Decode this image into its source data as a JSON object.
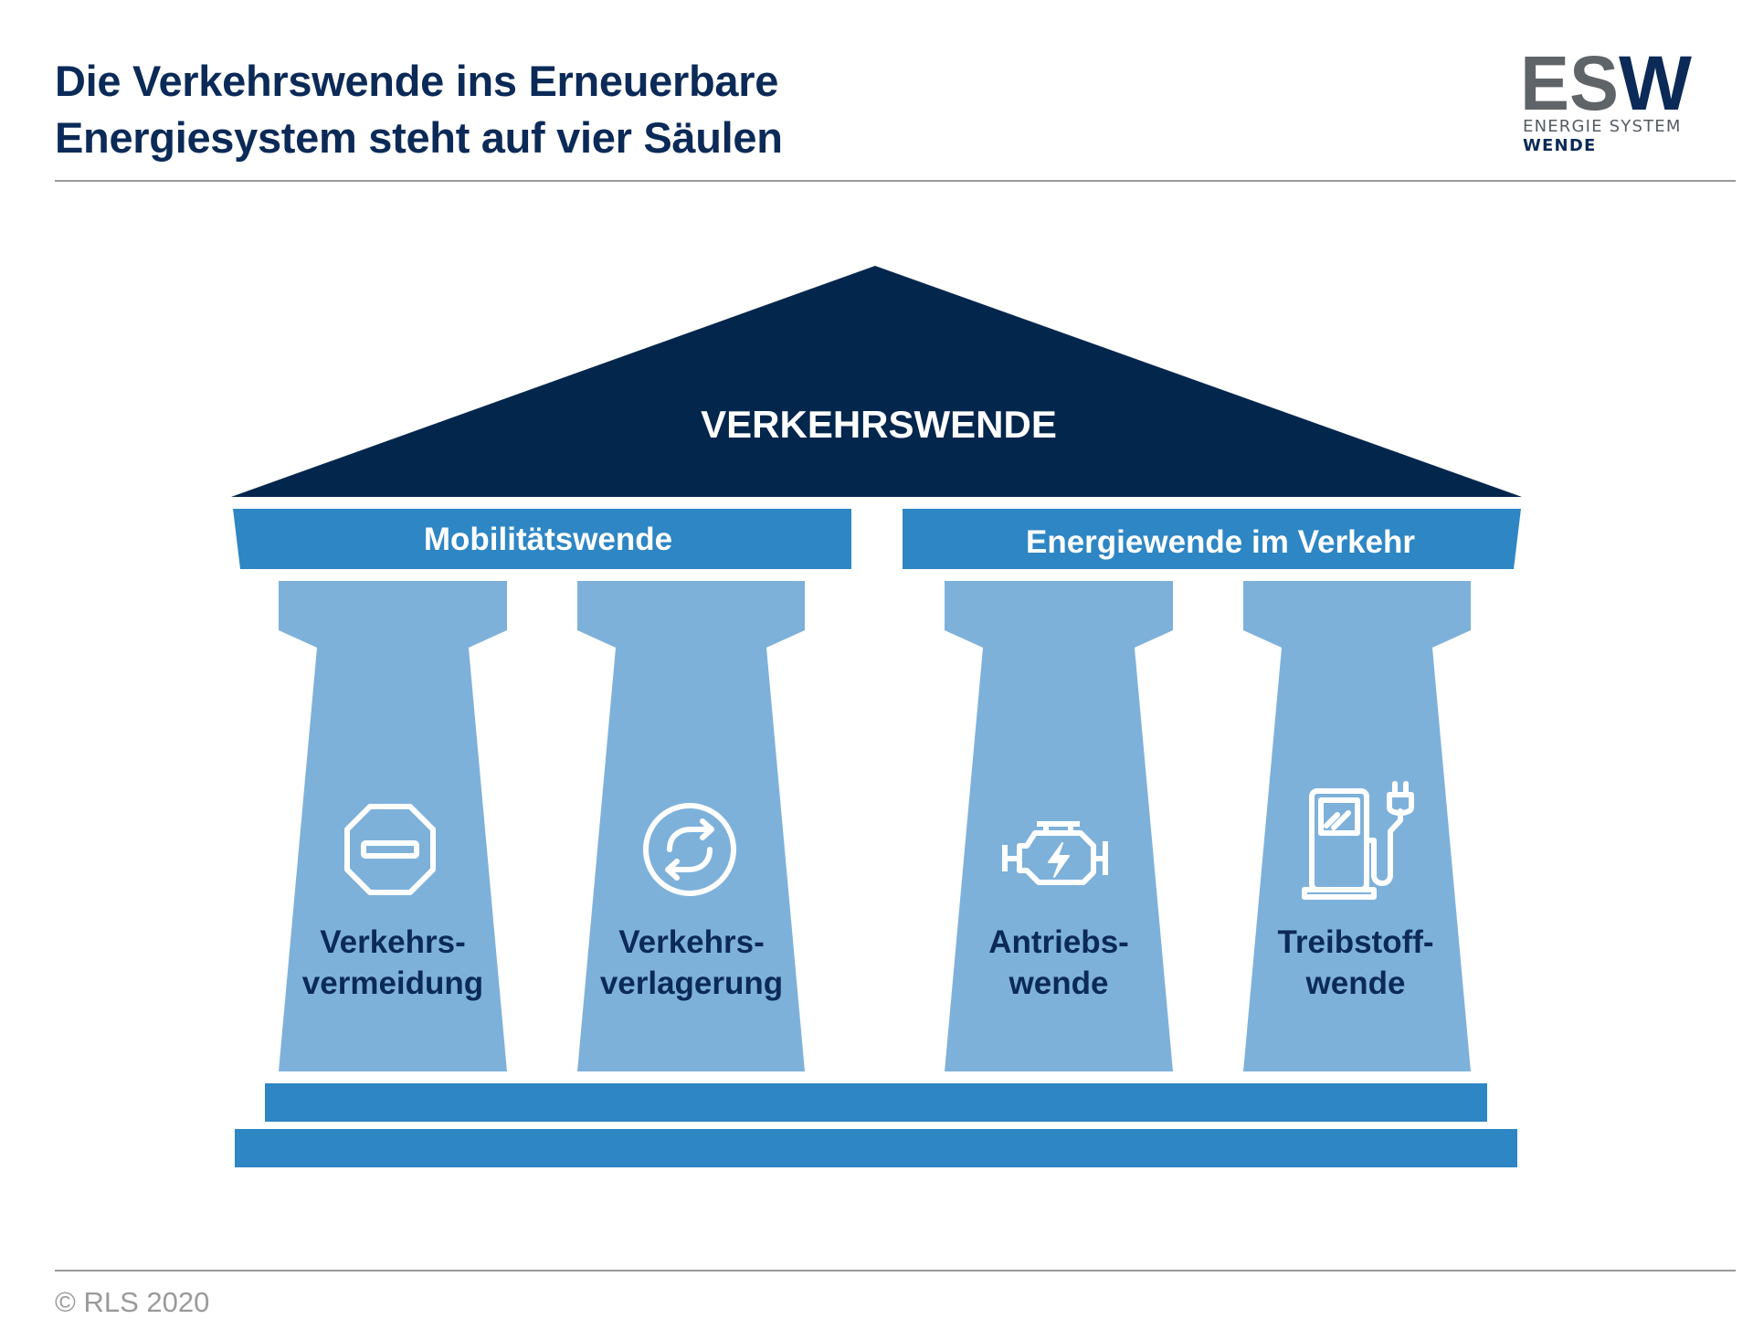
{
  "header": {
    "title_line1": "Die Verkehrswende ins Erneuerbare",
    "title_line2": "Energiesystem steht auf vier Säulen"
  },
  "logo": {
    "letters_grey": "ES",
    "letter_blue": "W",
    "subtitle_line1": "ENERGIE SYSTEM",
    "subtitle_line2": "WENDE"
  },
  "diagram": {
    "roof_label": "VERKEHRSWENDE",
    "beams": [
      {
        "label": "Mobilitätswende"
      },
      {
        "label": "Energiewende im Verkehr"
      }
    ],
    "pillars": [
      {
        "line1": "Verkehrs-",
        "line2": "vermeidung",
        "icon": "stop-sign-icon"
      },
      {
        "line1": "Verkehrs-",
        "line2": "verlagerung",
        "icon": "exchange-arrows-icon"
      },
      {
        "line1": "Antriebs-",
        "line2": "wende",
        "icon": "electric-engine-icon"
      },
      {
        "line1": "Treibstoff-",
        "line2": "wende",
        "icon": "charging-station-icon"
      }
    ]
  },
  "colors": {
    "roof": "#03264d",
    "beam": "#2e86c4",
    "pillar": "#7eb1da",
    "base": "#2e86c4",
    "pillar_text": "#0b2a57",
    "title": "#0b2a57",
    "logo_grey": "#5f6468",
    "logo_blue": "#0b2a57"
  },
  "footer": {
    "copyright": "© RLS 2020"
  }
}
